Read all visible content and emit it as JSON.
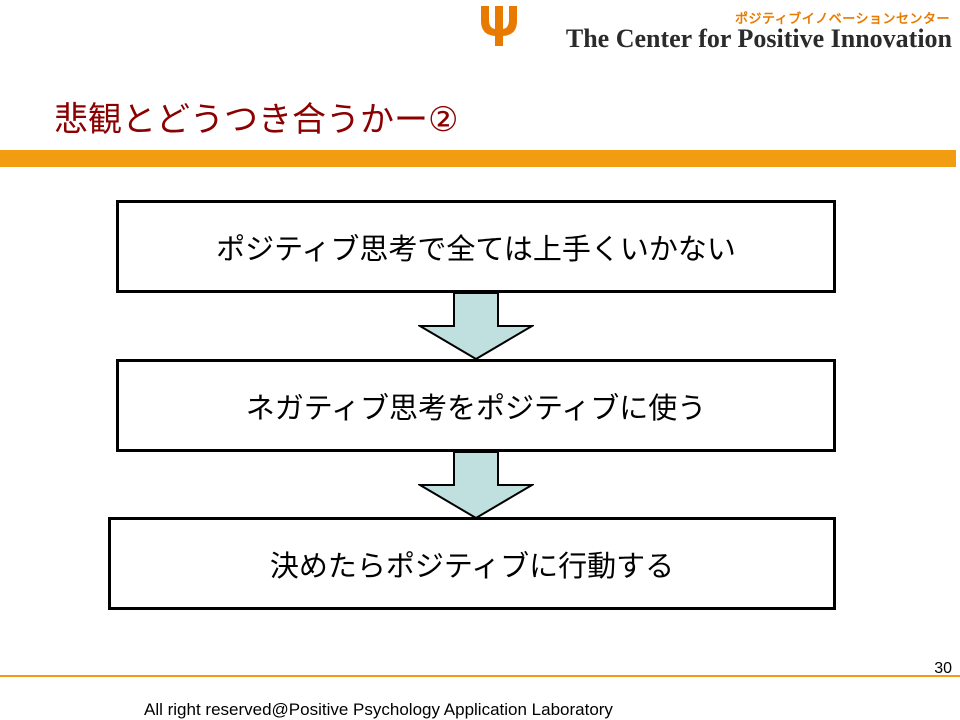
{
  "header": {
    "logo_katakana": "ポジティブイノベーションセンター",
    "logo_name": "The Center for Positive Innovation",
    "logo_icon": "psi-icon"
  },
  "slide": {
    "title": "悲観とどうつき合うかー②",
    "steps": [
      {
        "label": "ポジティブ思考で全ては上手くいかない"
      },
      {
        "label": "ネガティブ思考をポジティブに使う"
      },
      {
        "label": "決めたらポジティブに行動する"
      }
    ]
  },
  "footer": {
    "page_number": "30",
    "copyright": "All right reserved@Positive Psychology Application Laboratory"
  },
  "colors": {
    "accent": "#f29c12",
    "title": "#8b0000",
    "arrow_fill": "#c0e0e0",
    "logo_orange": "#e87a00"
  }
}
